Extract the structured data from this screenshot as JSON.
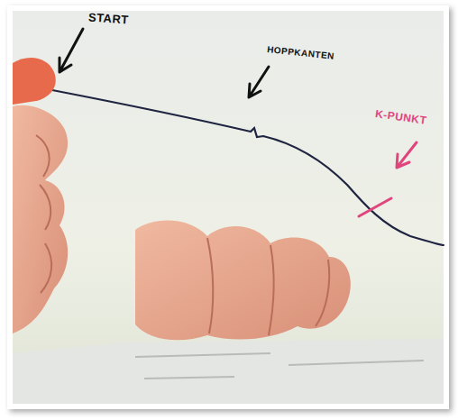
{
  "diagram": {
    "labels": [
      "START",
      "HOPPKANTEN",
      "K-PUNKT"
    ]
  }
}
